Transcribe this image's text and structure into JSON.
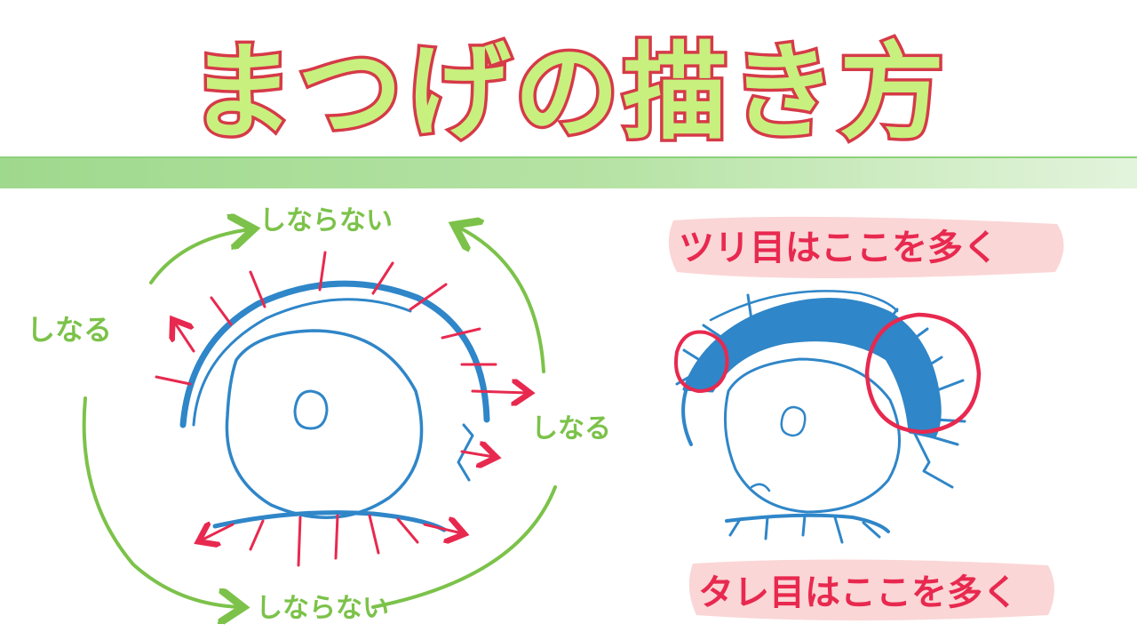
{
  "title": "まつげの描き方",
  "labels": {
    "top": "しならない",
    "left": "しなる",
    "right": "しなる",
    "bottom": "しならない"
  },
  "notes": {
    "top": "ツリ目はここを多く",
    "bottom": "タレ目はここを多く"
  },
  "colors": {
    "title_fill": "#c8f07e",
    "title_stroke": "#d63a48",
    "eye_blue": "#2f86c8",
    "lash_red": "#e8294f",
    "arrow_green": "#7cc24a",
    "highlight_pink": "#fbd6d6"
  }
}
